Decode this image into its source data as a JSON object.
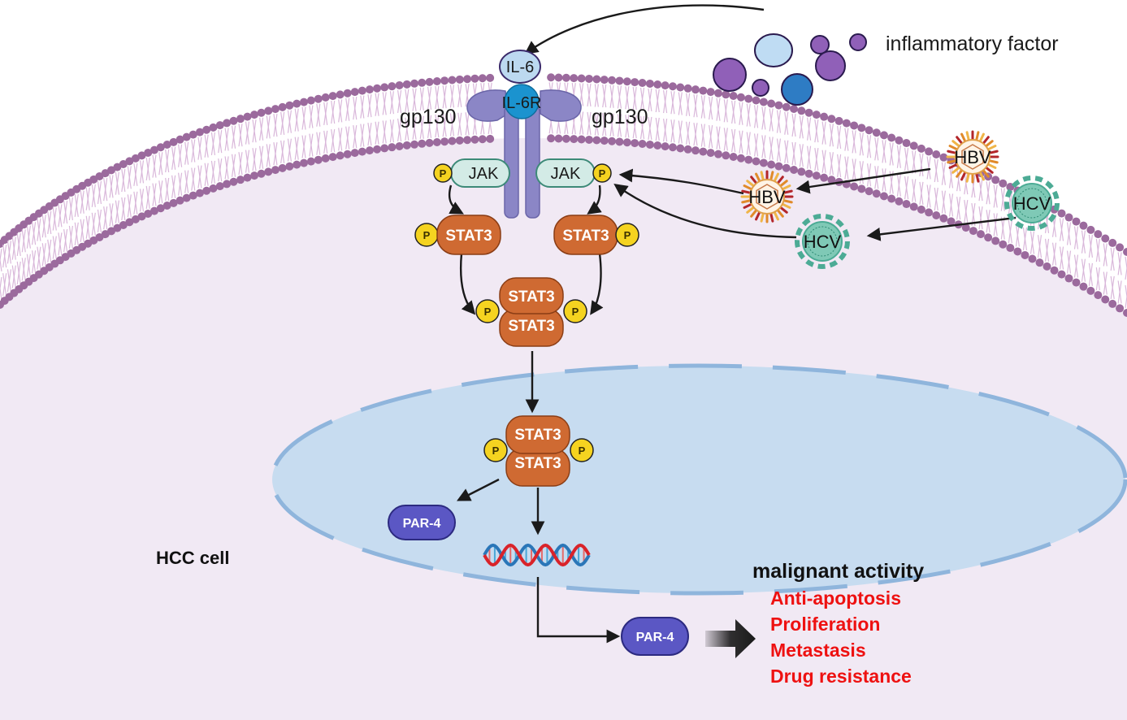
{
  "labels": {
    "inflammatory_factor": "inflammatory factor",
    "il6": "IL-6",
    "il6r": "IL-6R",
    "gp130_left": "gp130",
    "gp130_right": "gp130",
    "jak_left": "JAK",
    "jak_right": "JAK",
    "phospho": "P",
    "stat3": "STAT3",
    "par4": "PAR-4",
    "hbv": "HBV",
    "hcv": "HCV",
    "cell": "HCC cell"
  },
  "malignant_activity": {
    "title": "malignant activity",
    "items": [
      "Anti-apoptosis",
      "Proliferation",
      "Metastasis",
      "Drug resistance"
    ]
  },
  "colors": {
    "cytoplasm": "#f1e9f4",
    "membrane_head": "#9b6a9d",
    "membrane_tail": "#d9b7da",
    "nucleus": "#c7dcf0",
    "nuclear_envelope": "#8fb5dc",
    "receptor": "#8b86c6",
    "il6": "#bcd9f0",
    "il6r": "#1b93cf",
    "jak": "#d3ebe6",
    "stat3": "#cf6a32",
    "phospho": "#f5d320",
    "par4": "#5b57c4",
    "hbv": "#d88b2a",
    "hcv": "#4cab95",
    "malignant_text": "#ee1111",
    "inflammatory_purple": "#9060b8",
    "inflammatory_lightblue": "#bfdcf3",
    "inflammatory_blue": "#2e7cc4"
  }
}
